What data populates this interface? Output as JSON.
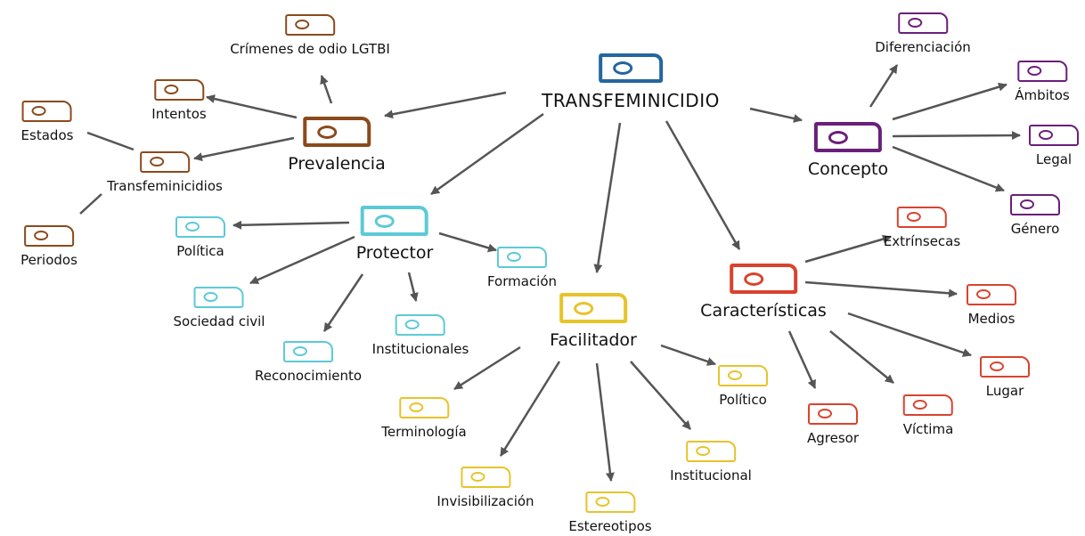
{
  "colors": {
    "root": "#2466a0",
    "prevalencia": "#8b4a1c",
    "concepto": "#6a1f7a",
    "protector": "#5bcad6",
    "facilitador": "#e8c32a",
    "caracteristicas": "#d9432e",
    "edge": "#555555"
  },
  "nodes": {
    "root": {
      "label": "TRANSFEMINICIDIO",
      "icon": "tag-icon",
      "group": "root"
    },
    "prevalencia": {
      "label": "Prevalencia",
      "icon": "tag-icon",
      "group": "prevalencia"
    },
    "crimenes": {
      "label": "Crímenes de odio LGTBI",
      "icon": "tag-icon",
      "group": "prevalencia"
    },
    "intentos": {
      "label": "Intentos",
      "icon": "tag-icon",
      "group": "prevalencia"
    },
    "transfem": {
      "label": "Transfeminicidios",
      "icon": "tag-icon",
      "group": "prevalencia"
    },
    "estados": {
      "label": "Estados",
      "icon": "tag-icon",
      "group": "prevalencia"
    },
    "periodos": {
      "label": "Periodos",
      "icon": "tag-icon",
      "group": "prevalencia"
    },
    "concepto": {
      "label": "Concepto",
      "icon": "tag-icon",
      "group": "concepto"
    },
    "diferenciacion": {
      "label": "Diferenciación",
      "icon": "tag-icon",
      "group": "concepto"
    },
    "ambitos": {
      "label": "Ámbitos",
      "icon": "tag-icon",
      "group": "concepto"
    },
    "legal": {
      "label": "Legal",
      "icon": "tag-icon",
      "group": "concepto"
    },
    "genero": {
      "label": "Género",
      "icon": "tag-icon",
      "group": "concepto"
    },
    "protector": {
      "label": "Protector",
      "icon": "tag-icon",
      "group": "protector"
    },
    "politica": {
      "label": "Política",
      "icon": "tag-icon",
      "group": "protector"
    },
    "sociedad": {
      "label": "Sociedad civil",
      "icon": "tag-icon",
      "group": "protector"
    },
    "reconocimiento": {
      "label": "Reconocimiento",
      "icon": "tag-icon",
      "group": "protector"
    },
    "institucionales": {
      "label": "Institucionales",
      "icon": "tag-icon",
      "group": "protector"
    },
    "formacion": {
      "label": "Formación",
      "icon": "tag-icon",
      "group": "protector"
    },
    "facilitador": {
      "label": "Facilitador",
      "icon": "tag-icon",
      "group": "facilitador"
    },
    "terminologia": {
      "label": "Terminología",
      "icon": "tag-icon",
      "group": "facilitador"
    },
    "invisibilizacion": {
      "label": "Invisibilización",
      "icon": "tag-icon",
      "group": "facilitador"
    },
    "estereotipos": {
      "label": "Estereotipos",
      "icon": "tag-icon",
      "group": "facilitador"
    },
    "institucional": {
      "label": "Institucional",
      "icon": "tag-icon",
      "group": "facilitador"
    },
    "politico": {
      "label": "Político",
      "icon": "tag-icon",
      "group": "facilitador"
    },
    "caracteristicas": {
      "label": "Características",
      "icon": "tag-icon",
      "group": "caracteristicas"
    },
    "extrinsecas": {
      "label": "Extrínsecas",
      "icon": "tag-icon",
      "group": "caracteristicas"
    },
    "medios": {
      "label": "Medios",
      "icon": "tag-icon",
      "group": "caracteristicas"
    },
    "lugar": {
      "label": "Lugar",
      "icon": "tag-icon",
      "group": "caracteristicas"
    },
    "victima": {
      "label": "Víctima",
      "icon": "tag-icon",
      "group": "caracteristicas"
    },
    "agresor": {
      "label": "Agresor",
      "icon": "tag-icon",
      "group": "caracteristicas"
    }
  },
  "edges": [
    {
      "from": "root",
      "to": "prevalencia",
      "arrow": true
    },
    {
      "from": "root",
      "to": "concepto",
      "arrow": true
    },
    {
      "from": "root",
      "to": "protector",
      "arrow": true
    },
    {
      "from": "root",
      "to": "facilitador",
      "arrow": true
    },
    {
      "from": "root",
      "to": "caracteristicas",
      "arrow": true
    },
    {
      "from": "prevalencia",
      "to": "crimenes",
      "arrow": true
    },
    {
      "from": "prevalencia",
      "to": "intentos",
      "arrow": true
    },
    {
      "from": "prevalencia",
      "to": "transfem",
      "arrow": true
    },
    {
      "from": "transfem",
      "to": "estados",
      "arrow": false
    },
    {
      "from": "transfem",
      "to": "periodos",
      "arrow": false
    },
    {
      "from": "concepto",
      "to": "diferenciacion",
      "arrow": true
    },
    {
      "from": "concepto",
      "to": "ambitos",
      "arrow": true
    },
    {
      "from": "concepto",
      "to": "legal",
      "arrow": true
    },
    {
      "from": "concepto",
      "to": "genero",
      "arrow": true
    },
    {
      "from": "protector",
      "to": "politica",
      "arrow": true
    },
    {
      "from": "protector",
      "to": "sociedad",
      "arrow": true
    },
    {
      "from": "protector",
      "to": "reconocimiento",
      "arrow": true
    },
    {
      "from": "protector",
      "to": "institucionales",
      "arrow": true
    },
    {
      "from": "protector",
      "to": "formacion",
      "arrow": true
    },
    {
      "from": "facilitador",
      "to": "terminologia",
      "arrow": true
    },
    {
      "from": "facilitador",
      "to": "invisibilizacion",
      "arrow": true
    },
    {
      "from": "facilitador",
      "to": "estereotipos",
      "arrow": true
    },
    {
      "from": "facilitador",
      "to": "institucional",
      "arrow": true
    },
    {
      "from": "facilitador",
      "to": "politico",
      "arrow": true
    },
    {
      "from": "caracteristicas",
      "to": "extrinsecas",
      "arrow": true
    },
    {
      "from": "caracteristicas",
      "to": "medios",
      "arrow": true
    },
    {
      "from": "caracteristicas",
      "to": "lugar",
      "arrow": true
    },
    {
      "from": "caracteristicas",
      "to": "victima",
      "arrow": true
    },
    {
      "from": "caracteristicas",
      "to": "agresor",
      "arrow": true
    }
  ]
}
